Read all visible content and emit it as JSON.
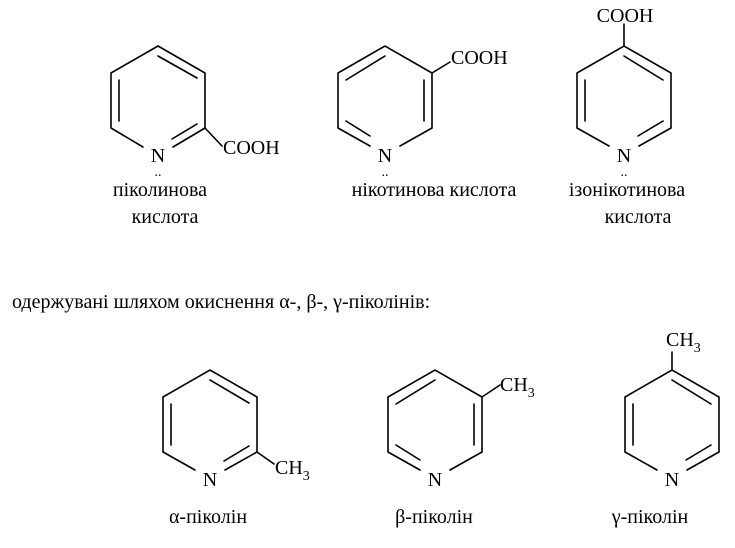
{
  "molecules": [
    {
      "id": "picolinic-acid",
      "substituent": "COOH",
      "position": "2",
      "nitrogen": "N",
      "lone_pair": "..",
      "caption_lines": [
        "піколинова",
        "кислота"
      ]
    },
    {
      "id": "nicotinic-acid",
      "substituent": "COOH",
      "position": "3",
      "nitrogen": "N",
      "lone_pair": "..",
      "caption_lines": [
        "нікотинова кислота"
      ]
    },
    {
      "id": "isonicotinic-acid",
      "substituent": "COOH",
      "position": "4",
      "nitrogen": "N",
      "lone_pair": "..",
      "caption_lines": [
        "ізонікотинова",
        "кислота"
      ]
    },
    {
      "id": "alpha-picoline",
      "substituent_main": "CH",
      "substituent_sub": "3",
      "position": "2",
      "nitrogen": "N",
      "caption_lines": [
        "α-піколін"
      ]
    },
    {
      "id": "beta-picoline",
      "substituent_main": "CH",
      "substituent_sub": "3",
      "position": "3",
      "nitrogen": "N",
      "caption_lines": [
        "β-піколін"
      ]
    },
    {
      "id": "gamma-picoline",
      "substituent_main": "CH",
      "substituent_sub": "3",
      "position": "4",
      "nitrogen": "N",
      "caption_lines": [
        "γ-піколін"
      ]
    }
  ],
  "sentence": "одержувані шляхом окиснення α-, β-, γ-піколінів:"
}
